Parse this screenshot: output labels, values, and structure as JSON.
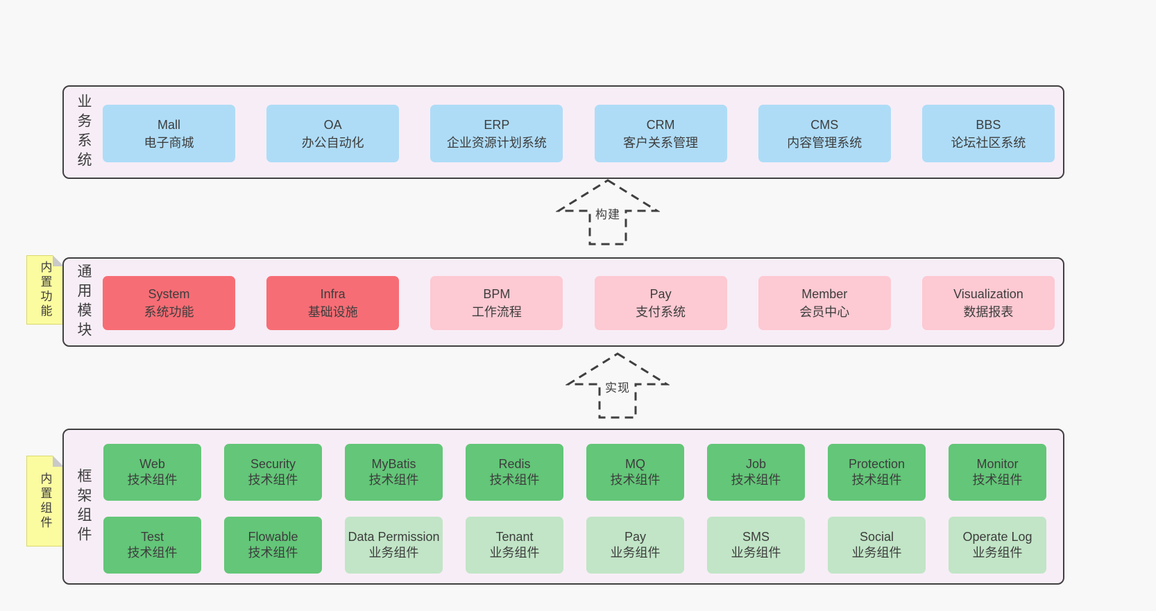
{
  "colors": {
    "page_background": "#f8f8f8",
    "band_fill": "#f7edf6",
    "band_border": "#404040",
    "blue_box": "#aedcf7",
    "red_box": "#f76d75",
    "pink_box": "#fdc9d2",
    "green_box": "#63c678",
    "light_green_box": "#c1e5c6",
    "note_fill": "#fbfb9f",
    "note_border": "#d8d86e",
    "note_fold": "#c9c9c9",
    "text": "#3d3d3d"
  },
  "arrows": [
    {
      "label": "构建"
    },
    {
      "label": "实现"
    }
  ],
  "bands": [
    {
      "label": "业务系统",
      "boxes": [
        {
          "title": "Mall",
          "subtitle": "电子商城",
          "variant": "blue"
        },
        {
          "title": "OA",
          "subtitle": "办公自动化",
          "variant": "blue"
        },
        {
          "title": "ERP",
          "subtitle": "企业资源计划系统",
          "variant": "blue"
        },
        {
          "title": "CRM",
          "subtitle": "客户关系管理",
          "variant": "blue"
        },
        {
          "title": "CMS",
          "subtitle": "内容管理系统",
          "variant": "blue"
        },
        {
          "title": "BBS",
          "subtitle": "论坛社区系统",
          "variant": "blue"
        }
      ]
    },
    {
      "label": "通用模块",
      "note": "内置功能",
      "boxes": [
        {
          "title": "System",
          "subtitle": "系统功能",
          "variant": "red"
        },
        {
          "title": "Infra",
          "subtitle": "基础设施",
          "variant": "red"
        },
        {
          "title": "BPM",
          "subtitle": "工作流程",
          "variant": "pink"
        },
        {
          "title": "Pay",
          "subtitle": "支付系统",
          "variant": "pink"
        },
        {
          "title": "Member",
          "subtitle": "会员中心",
          "variant": "pink"
        },
        {
          "title": "Visualization",
          "subtitle": "数据报表",
          "variant": "pink"
        }
      ]
    },
    {
      "label": "框架组件",
      "note": "内置组件",
      "rows": [
        {
          "boxes": [
            {
              "title": "Web",
              "subtitle": "技术组件",
              "variant": "green"
            },
            {
              "title": "Security",
              "subtitle": "技术组件",
              "variant": "green"
            },
            {
              "title": "MyBatis",
              "subtitle": "技术组件",
              "variant": "green"
            },
            {
              "title": "Redis",
              "subtitle": "技术组件",
              "variant": "green"
            },
            {
              "title": "MQ",
              "subtitle": "技术组件",
              "variant": "green"
            },
            {
              "title": "Job",
              "subtitle": "技术组件",
              "variant": "green"
            },
            {
              "title": "Protection",
              "subtitle": "技术组件",
              "variant": "green"
            },
            {
              "title": "Monitor",
              "subtitle": "技术组件",
              "variant": "green"
            }
          ]
        },
        {
          "boxes": [
            {
              "title": "Test",
              "subtitle": "技术组件",
              "variant": "green"
            },
            {
              "title": "Flowable",
              "subtitle": "技术组件",
              "variant": "green"
            },
            {
              "title": "Data Permission",
              "subtitle": "业务组件",
              "variant": "light-green"
            },
            {
              "title": "Tenant",
              "subtitle": "业务组件",
              "variant": "light-green"
            },
            {
              "title": "Pay",
              "subtitle": "业务组件",
              "variant": "light-green"
            },
            {
              "title": "SMS",
              "subtitle": "业务组件",
              "variant": "light-green"
            },
            {
              "title": "Social",
              "subtitle": "业务组件",
              "variant": "light-green"
            },
            {
              "title": "Operate Log",
              "subtitle": "业务组件",
              "variant": "light-green"
            }
          ]
        }
      ]
    }
  ]
}
